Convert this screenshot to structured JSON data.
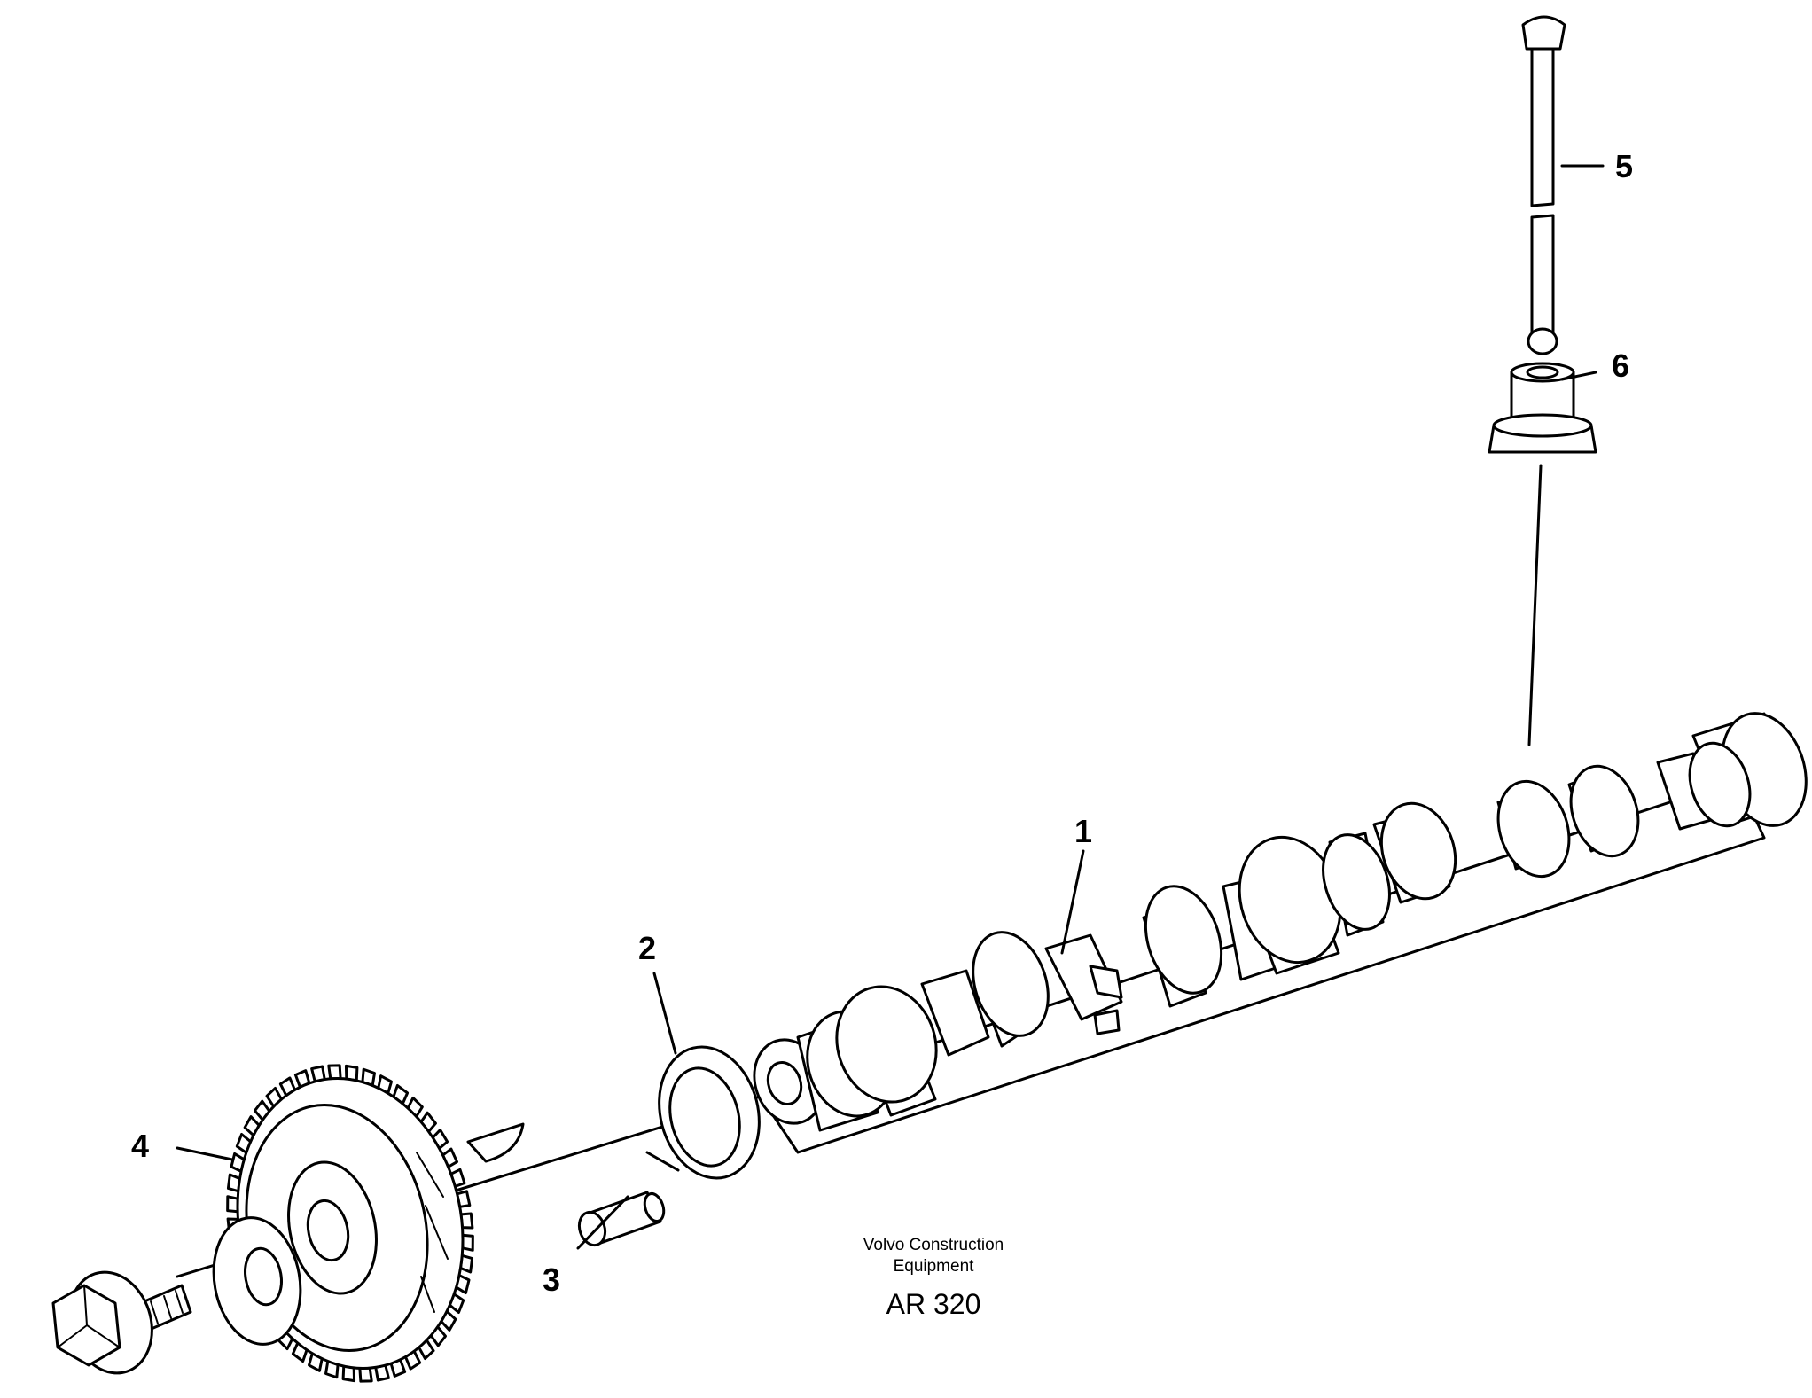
{
  "callouts": {
    "c1": "1",
    "c2": "2",
    "c3": "3",
    "c4": "4",
    "c5": "5",
    "c6": "6"
  },
  "caption": {
    "line1": "Volvo Construction",
    "line2": "Equipment",
    "code": "AR 320"
  }
}
